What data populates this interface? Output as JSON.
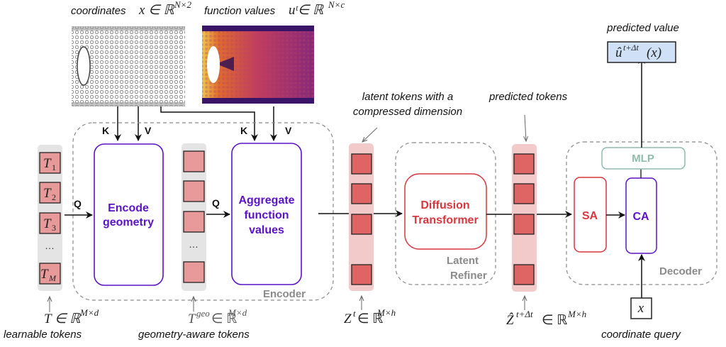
{
  "inputs": {
    "coordinates_caption": "coordinates",
    "coordinates_math": "x ∈ ℝ",
    "coordinates_sup": "N×2",
    "function_caption": "function values",
    "function_math": "uᵗ∈ ℝ",
    "function_sup": "N×c"
  },
  "attention_labels": {
    "k": "K",
    "v": "V",
    "q": "Q"
  },
  "learnable_tokens": {
    "items": [
      "T",
      "T",
      "T",
      "…",
      "T"
    ],
    "subscripts": [
      "1",
      "2",
      "3",
      "",
      "M"
    ],
    "math": "T ∈ ℝ",
    "sup": "M×d",
    "caption": "learnable tokens"
  },
  "encoder": {
    "label": "Encoder",
    "encode_geometry": [
      "Encode",
      "geometry"
    ],
    "aggregate": [
      "Aggregate",
      "function",
      "values"
    ]
  },
  "geometry_tokens": {
    "dots": "…",
    "math_base": "T",
    "math_sup1": "geo",
    "math_rest": "∈ ℝ",
    "sup": "M×d",
    "caption": "geometry-aware tokens"
  },
  "latent_tokens": {
    "caption": [
      "latent tokens with a",
      "compressed dimension"
    ],
    "math": "Z",
    "math_sup1": "t",
    "math_rest": " ∈ ℝ",
    "sup": "M×h"
  },
  "latent_refiner": {
    "label": [
      "Latent",
      "Refiner"
    ],
    "block": [
      "Diffusion",
      "Transformer"
    ]
  },
  "predicted_tokens": {
    "caption": "predicted tokens",
    "math": "Ẑ",
    "math_sup1": "t+Δt",
    "math_rest": " ∈ ℝ",
    "sup": "M×h"
  },
  "decoder": {
    "label": "Decoder",
    "sa": "SA",
    "ca": "CA",
    "mlp": "MLP"
  },
  "output": {
    "caption": "predicted value",
    "math": "û",
    "math_sup": "t+Δt",
    "math_rest": "(x)"
  },
  "query": {
    "value": "x",
    "caption": "coordinate query"
  },
  "colors": {
    "purple": "#5b12c8",
    "red": "#d9363e",
    "teal": "#8fbcaa",
    "token_light": "#e89a9b",
    "token_dark": "#df6565",
    "latent_bg": "#f3caca",
    "output_bg": "#cfe0f7"
  }
}
